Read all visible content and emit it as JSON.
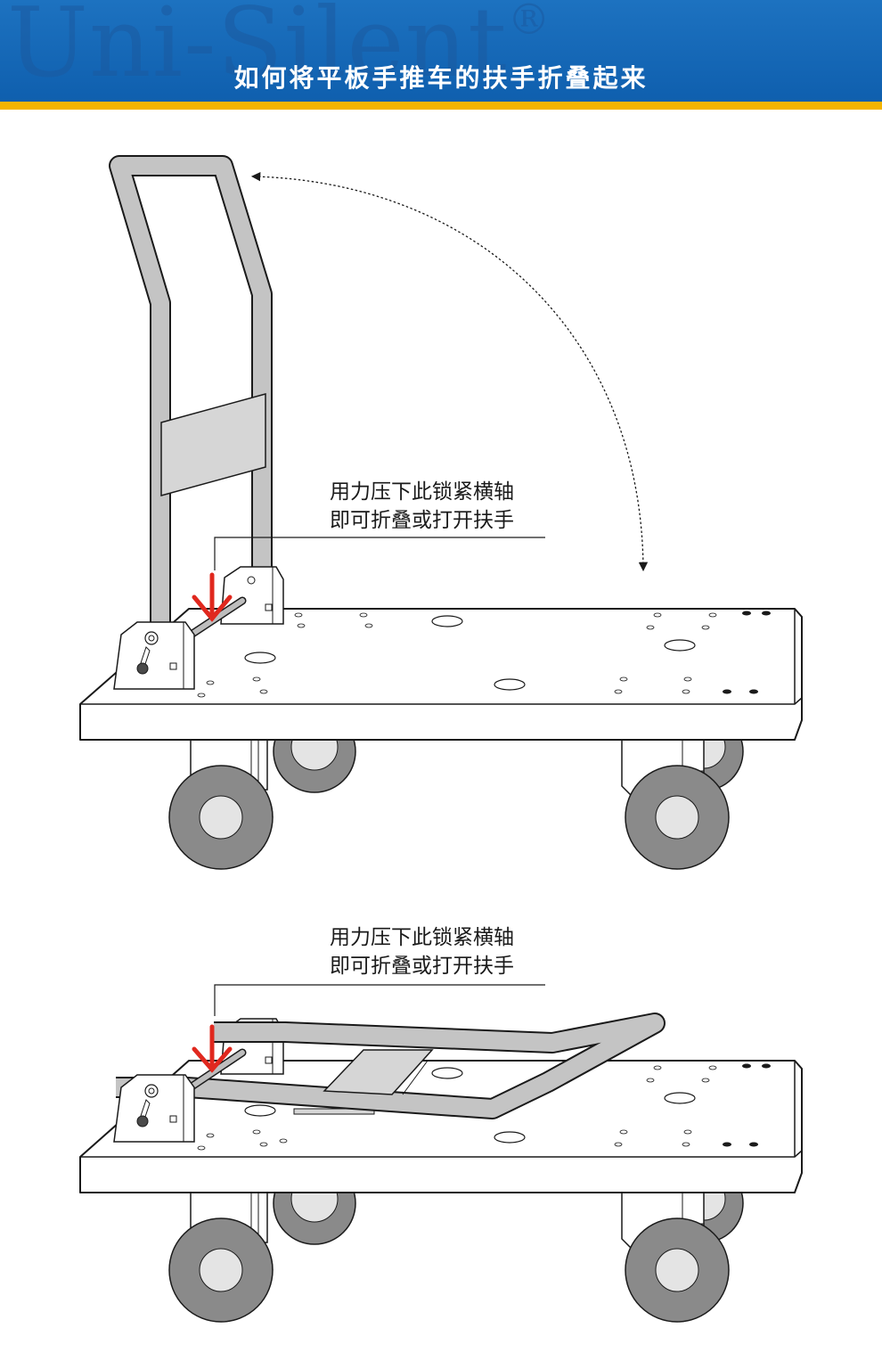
{
  "header": {
    "brand": "Uni-Silent",
    "registered_mark": "®",
    "title": "如何将平板手推车的扶手折叠起来"
  },
  "step1": {
    "instruction_line1": "用力压下此锁紧横轴",
    "instruction_line2": "即可折叠或打开扶手"
  },
  "step2": {
    "instruction_line1": "用力压下此锁紧横轴",
    "instruction_line2": "即可折叠或打开扶手"
  },
  "colors": {
    "header_blue": "#1668b8",
    "header_stripe": "#f4b400",
    "arrow_red": "#e0281e",
    "handle_gray": "#c4c4c4",
    "wheel_gray": "#8a8a8a",
    "outline": "#1a1a1a"
  }
}
